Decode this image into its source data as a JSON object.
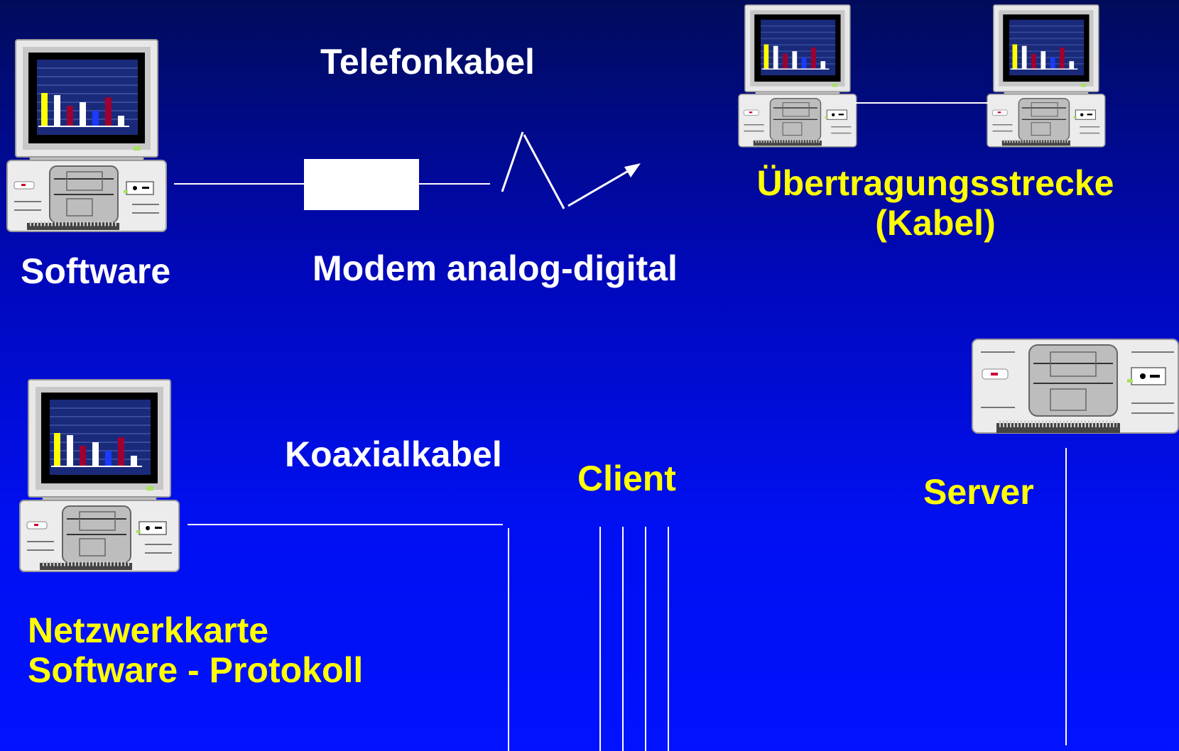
{
  "labels": {
    "telefonkabel": "Telefonkabel",
    "software": "Software",
    "modem": "Modem analog-digital",
    "uebertragung_line1": "Übertragungsstrecke",
    "uebertragung_line2": "(Kabel)",
    "koaxialkabel": "Koaxialkabel",
    "client": "Client",
    "server": "Server",
    "netzwerkkarte": "Netzwerkkarte",
    "protokoll": "Software - Protokoll"
  },
  "icons": {
    "computer": "desktop-computer-icon",
    "server": "server-unit-icon",
    "modem": "modem-box-icon",
    "signal": "signal-arrow-icon"
  },
  "colors": {
    "background_top": "#000c5a",
    "background_bottom": "#0012ff",
    "label_white": "#ffffff",
    "label_yellow": "#ffff00",
    "lines": "#ffffff"
  }
}
